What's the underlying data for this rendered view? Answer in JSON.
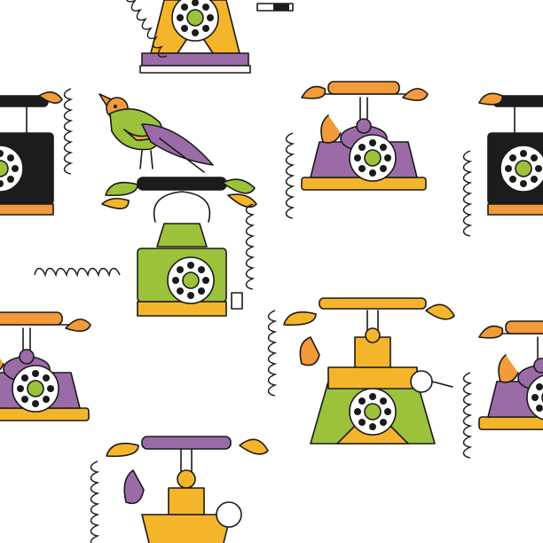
{
  "image": {
    "subject": "seamless-pattern-vintage-telephones",
    "palette": {
      "background": "#ffffff",
      "outline": "#1a1a1a",
      "purple": "#9b6ba8",
      "orange": "#f39a3b",
      "yellow": "#f5b52a",
      "green": "#9cc23c",
      "black": "#1c1c1c",
      "cream": "#fbf4e0"
    },
    "telephones": [
      {
        "id": "phone-top-center",
        "style": "candlestick-cradle",
        "body": "purple",
        "accent": "yellow"
      },
      {
        "id": "phone-right-upper",
        "style": "cradle-dial",
        "body": "purple",
        "accent": "yellow"
      },
      {
        "id": "phone-left-upper",
        "style": "box-dial",
        "body": "black",
        "accent": "orange"
      },
      {
        "id": "phone-right-edge-upper",
        "style": "box-dial",
        "body": "black",
        "accent": "orange"
      },
      {
        "id": "phone-center-bird",
        "style": "box-dial",
        "body": "green",
        "accent": "yellow"
      },
      {
        "id": "phone-left-lower",
        "style": "cradle-dial",
        "body": "purple",
        "accent": "yellow"
      },
      {
        "id": "phone-center-lower",
        "style": "ornate-crank",
        "body": "yellow",
        "accent": "green"
      },
      {
        "id": "phone-right-lower",
        "style": "cradle-dial",
        "body": "purple",
        "accent": "yellow"
      },
      {
        "id": "phone-bottom-center",
        "style": "candlestick-crank",
        "body": "purple",
        "accent": "yellow"
      }
    ],
    "bird": {
      "id": "bird-on-phone",
      "colors": [
        "green",
        "orange",
        "purple"
      ]
    }
  }
}
